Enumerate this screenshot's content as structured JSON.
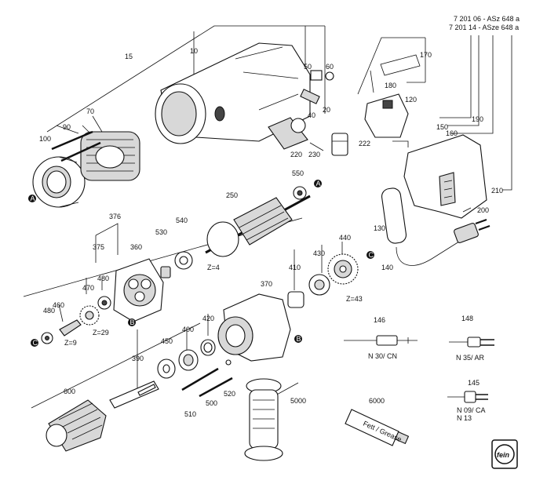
{
  "header": {
    "doc_line1": "7 201 06 - ASz 648 a",
    "doc_line2": "7 201 14 - ASze 648 a"
  },
  "callouts": {
    "c15": "15",
    "c10": "10",
    "c50": "50",
    "c60": "60",
    "c170": "170",
    "c180": "180",
    "c120": "120",
    "c150": "150",
    "c160": "160",
    "c190": "190",
    "c70": "70",
    "c90": "90",
    "c100": "100",
    "c20": "20",
    "c40": "40",
    "c220": "220",
    "c230": "230",
    "c222": "222",
    "c550": "550",
    "c250": "250",
    "c210": "210",
    "c200": "200",
    "c130": "130",
    "c140": "140",
    "c376": "376",
    "c375": "375",
    "c360": "360",
    "c540": "540",
    "c530": "530",
    "c440": "440",
    "c430": "430",
    "c410": "410",
    "c370": "370",
    "c480a": "480",
    "c470": "470",
    "c460": "460",
    "c480b": "480",
    "c400": "400",
    "c420": "420",
    "c450": "450",
    "c390": "390",
    "c600": "600",
    "c510": "510",
    "c500": "500",
    "c520": "520",
    "c5000": "5000",
    "c6000": "6000",
    "c146": "146",
    "c148": "148",
    "c145": "145"
  },
  "gear_labels": {
    "z4": "Z=4",
    "z43": "Z=43",
    "z29": "Z=29",
    "z9": "Z=9"
  },
  "markers": {
    "a": "A",
    "b": "B",
    "c": "C"
  },
  "plug_variants": {
    "n30": "N 30/ CN",
    "n35": "N 35/ AR",
    "n09": "N 09/ CA",
    "n13": "N 13"
  },
  "tube_label": "Fett / Grease",
  "logo_text": "fein"
}
